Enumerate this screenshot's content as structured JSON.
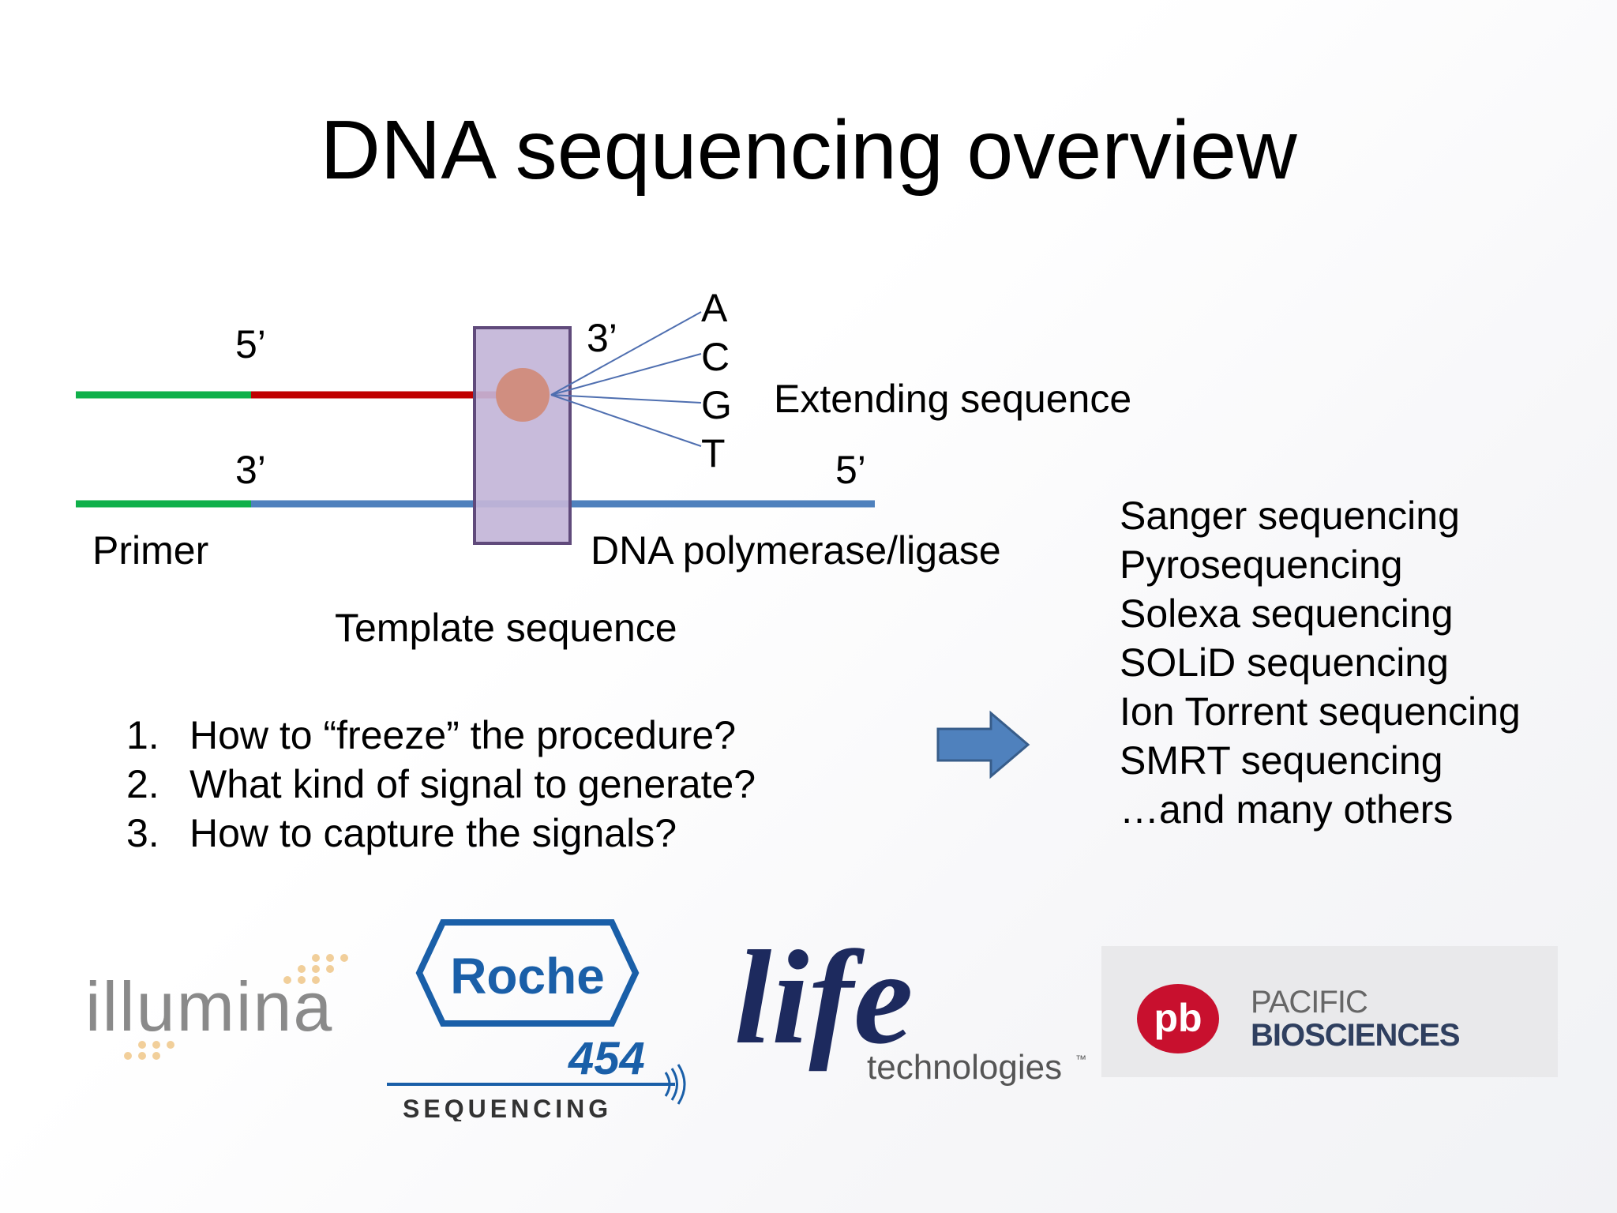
{
  "title": "DNA sequencing overview",
  "diagram": {
    "primer_five_prime": "5’",
    "primer_three_prime": "3’",
    "template_three_prime": "3’",
    "template_five_prime": "5’",
    "bases": [
      "A",
      "C",
      "G",
      "T"
    ],
    "extending_label": "Extending sequence",
    "primer_label": "Primer",
    "polymerase_label": "DNA polymerase/ligase",
    "template_label": "Template sequence",
    "colors": {
      "primer": "#10b04a",
      "extending": "#c00000",
      "template": "#4f81bd",
      "enzyme_fill": "#c3b5d8",
      "enzyme_stroke": "#604a7b",
      "nucleotide": "#d08e80",
      "base_lines": "#4f6fb0"
    }
  },
  "questions": [
    {
      "num": "1.",
      "text": "How to “freeze” the procedure?"
    },
    {
      "num": "2.",
      "text": "What kind of signal to generate?"
    },
    {
      "num": "3.",
      "text": "How to capture the signals?"
    }
  ],
  "arrow_icon": "right-arrow-icon",
  "methods": [
    "Sanger sequencing",
    "Pyrosequencing",
    "Solexa sequencing",
    "SOLiD sequencing",
    "Ion Torrent sequencing",
    "SMRT sequencing",
    "…and many others"
  ],
  "logos": {
    "illumina": "illumina",
    "roche": "Roche",
    "roche_454": "454",
    "roche_sequencing": "SEQUENCING",
    "life": "life",
    "life_technologies": "technologies",
    "pacbio_pacific": "PACIFIC",
    "pacbio_biosciences": "BIOSCIENCES"
  }
}
